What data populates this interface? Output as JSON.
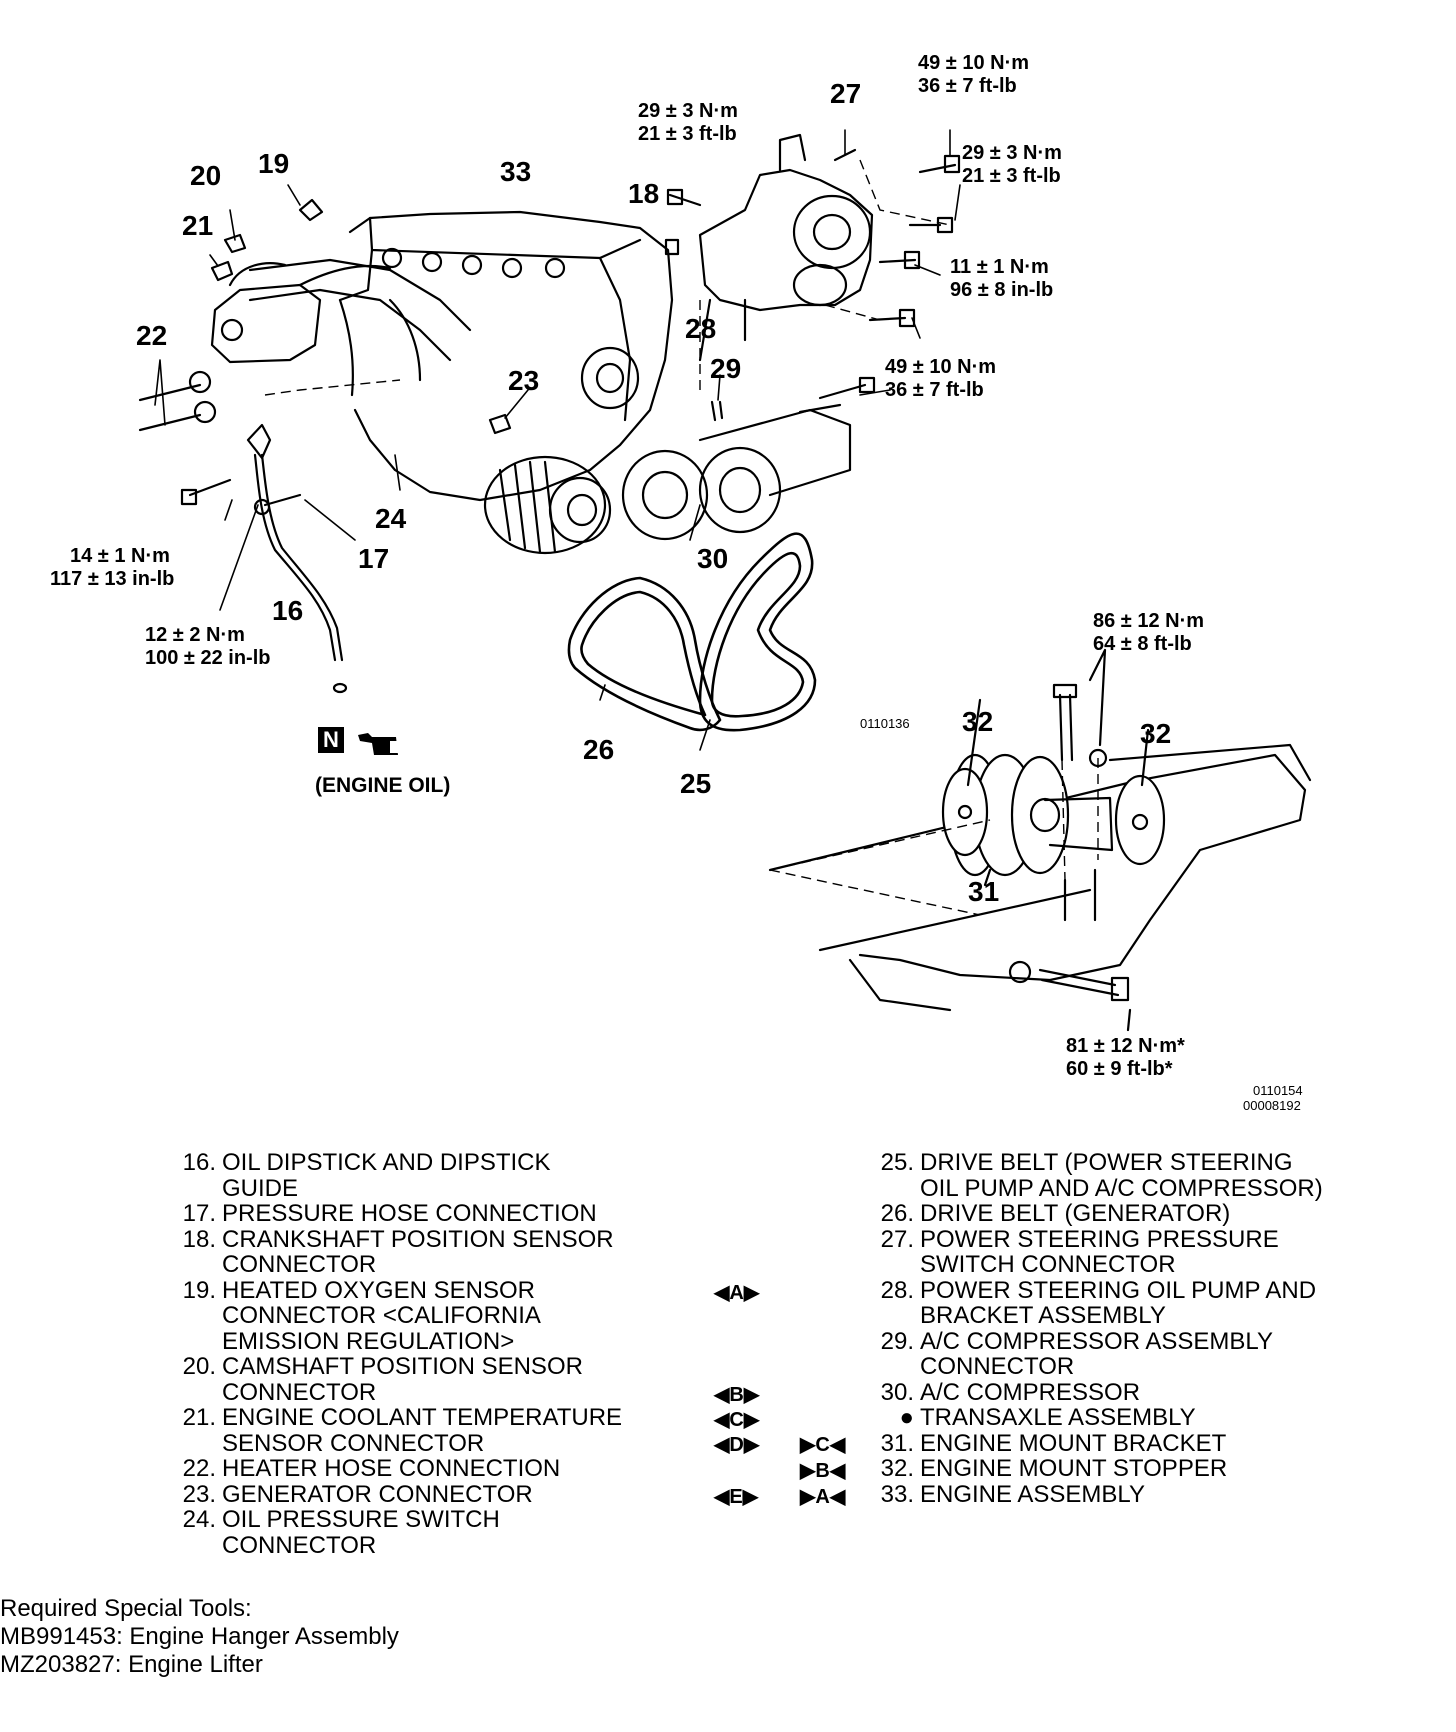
{
  "labels": {
    "n16": "16",
    "n17": "17",
    "n18": "18",
    "n19": "19",
    "n20": "20",
    "n21": "21",
    "n22": "22",
    "n23": "23",
    "n24": "24",
    "n25": "25",
    "n26": "26",
    "n27": "27",
    "n28": "28",
    "n29": "29",
    "n30": "30",
    "n31": "31",
    "n32a": "32",
    "n32b": "32",
    "n33": "33"
  },
  "torques": {
    "t_49_10_a": [
      "49 ± 10 N·m",
      "36 ± 7 ft-lb"
    ],
    "t_29_3_a": [
      "29 ± 3 N·m",
      "21 ± 3 ft-lb"
    ],
    "t_29_3_b": [
      "29 ± 3 N·m",
      "21 ± 3 ft-lb"
    ],
    "t_11_1": [
      "11 ± 1 N·m",
      "96 ± 8 in-lb"
    ],
    "t_49_10_b": [
      "49 ± 10 N·m",
      "36 ± 7 ft-lb"
    ],
    "t_14_1": [
      "14 ± 1 N·m",
      "117 ± 13 in-lb"
    ],
    "t_12_2": [
      "12 ± 2 N·m",
      "100 ± 22 in-lb"
    ],
    "t_86_12": [
      "86 ± 12 N·m",
      "64 ± 8 ft-lb"
    ],
    "t_81_12": [
      "81 ± 12 N·m*",
      "60 ± 9 ft-lb*"
    ]
  },
  "codes": {
    "c1": "0110136",
    "c2": "0110154",
    "c3": "00008192"
  },
  "engine_oil": {
    "n": "N",
    "label": "(ENGINE OIL)"
  },
  "legend_left": [
    {
      "no": "16.",
      "lines": [
        "OIL DIPSTICK AND DIPSTICK",
        "GUIDE"
      ]
    },
    {
      "no": "17.",
      "lines": [
        "PRESSURE HOSE CONNECTION"
      ]
    },
    {
      "no": "18.",
      "lines": [
        "CRANKSHAFT POSITION SENSOR",
        "CONNECTOR"
      ]
    },
    {
      "no": "19.",
      "lines": [
        "HEATED OXYGEN SENSOR",
        "CONNECTOR <CALIFORNIA",
        "EMISSION REGULATION>"
      ]
    },
    {
      "no": "20.",
      "lines": [
        "CAMSHAFT POSITION SENSOR",
        "CONNECTOR"
      ]
    },
    {
      "no": "21.",
      "lines": [
        "ENGINE COOLANT TEMPERATURE",
        "SENSOR CONNECTOR"
      ]
    },
    {
      "no": "22.",
      "lines": [
        "HEATER HOSE CONNECTION"
      ]
    },
    {
      "no": "23.",
      "lines": [
        "GENERATOR CONNECTOR"
      ]
    },
    {
      "no": "24.",
      "lines": [
        "OIL PRESSURE SWITCH",
        "CONNECTOR"
      ]
    }
  ],
  "legend_right": [
    {
      "no": "25.",
      "lines": [
        "DRIVE BELT (POWER STEERING",
        "OIL PUMP AND A/C COMPRESSOR)"
      ]
    },
    {
      "no": "26.",
      "lines": [
        "DRIVE BELT (GENERATOR)"
      ]
    },
    {
      "no": "27.",
      "lines": [
        "POWER STEERING PRESSURE",
        "SWITCH CONNECTOR"
      ]
    },
    {
      "no": "28.",
      "lines": [
        "POWER STEERING OIL PUMP AND",
        "BRACKET ASSEMBLY"
      ]
    },
    {
      "no": "29.",
      "lines": [
        "A/C COMPRESSOR ASSEMBLY",
        "CONNECTOR"
      ]
    },
    {
      "no": "30.",
      "lines": [
        "A/C COMPRESSOR"
      ]
    },
    {
      "no": "●",
      "lines": [
        "TRANSAXLE ASSEMBLY"
      ]
    },
    {
      "no": "31.",
      "lines": [
        "ENGINE MOUNT BRACKET"
      ]
    },
    {
      "no": "32.",
      "lines": [
        "ENGINE MOUNT STOPPER"
      ]
    },
    {
      "no": "33.",
      "lines": [
        "ENGINE ASSEMBLY"
      ]
    }
  ],
  "marks": {
    "rA": "◀A▶",
    "rB": "◀B▶",
    "rC": "◀C▶",
    "rD": "◀D▶",
    "rE": "◀E▶",
    "iC": "▶C◀",
    "iB": "▶B◀",
    "iA": "▶A◀"
  },
  "tools": {
    "heading": "Required Special Tools:",
    "items": [
      "MB991453: Engine Hanger Assembly",
      "MZ203827: Engine Lifter"
    ]
  }
}
